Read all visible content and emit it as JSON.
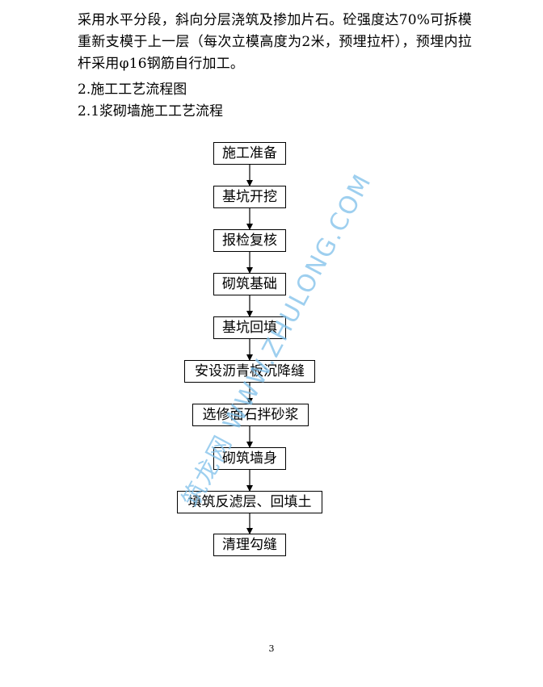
{
  "paragraph": "采用水平分段，斜向分层浇筑及掺加片石。砼强度达70%可拆模重新支模于上一层（每次立模高度为2米，预埋拉杆），预埋内拉杆采用φ16钢筋自行加工。",
  "heading_section": "2.施工工艺流程图",
  "heading_subsection": "2.1浆砌墙施工工艺流程",
  "flow_steps": [
    "施工准备",
    "基坑开挖",
    "报检复核",
    "砌筑基础",
    "基坑回填",
    "安设沥青板沉降缝",
    "选修面石拌砂浆",
    "砌筑墙身",
    "填筑反滤层、回填土",
    "清理勾缝"
  ],
  "watermark": "筑龙网 WWW.ZHULONG.COM",
  "page_number": "3",
  "colors": {
    "watermark": "#7ec0ea",
    "text": "#000000"
  }
}
